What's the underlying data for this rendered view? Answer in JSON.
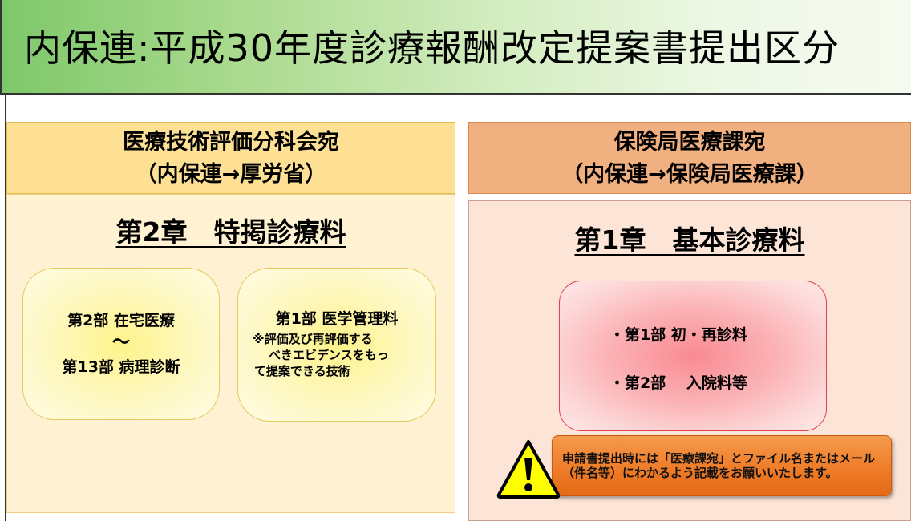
{
  "title": "内保連:平成30年度診療報酬改定提案書提出区分",
  "left": {
    "header_line1": "医療技術評価分科会宛",
    "header_line2": "（内保連→厚労省）",
    "chapter": "第2章　特掲診療料",
    "box_home": {
      "line1": "第2部  在宅医療",
      "line2": "～",
      "line3": "第13部  病理診断"
    },
    "box_medical": {
      "title": "第1部  医学管理料",
      "note_line1": "※評価及び再評価する",
      "note_line2": "べきエビデンスをもっ",
      "note_line3": "て提案できる技術"
    }
  },
  "right": {
    "header_line1": "保険局医療課宛",
    "header_line2": "（内保連→保険局医療課）",
    "chapter": "第1章　基本診療料",
    "box_basic": {
      "item1": "・第1部  初・再診料",
      "item2": "・第2部　 入院料等"
    },
    "notice": {
      "line1": "申請書提出時には「医療課宛」とファイル名またはメール",
      "line2": "（件名等）にわかるよう記載をお願いいたします。"
    }
  },
  "colors": {
    "title_green": "#7ec86a",
    "left_header": "#fde093",
    "left_body": "#fff2d2",
    "right_header": "#f1b080",
    "right_body": "#fce4d6",
    "notice_orange": "#ee7a26",
    "warning_yellow": "#ffff00"
  },
  "icons": {
    "warning": "warning-triangle-icon"
  }
}
